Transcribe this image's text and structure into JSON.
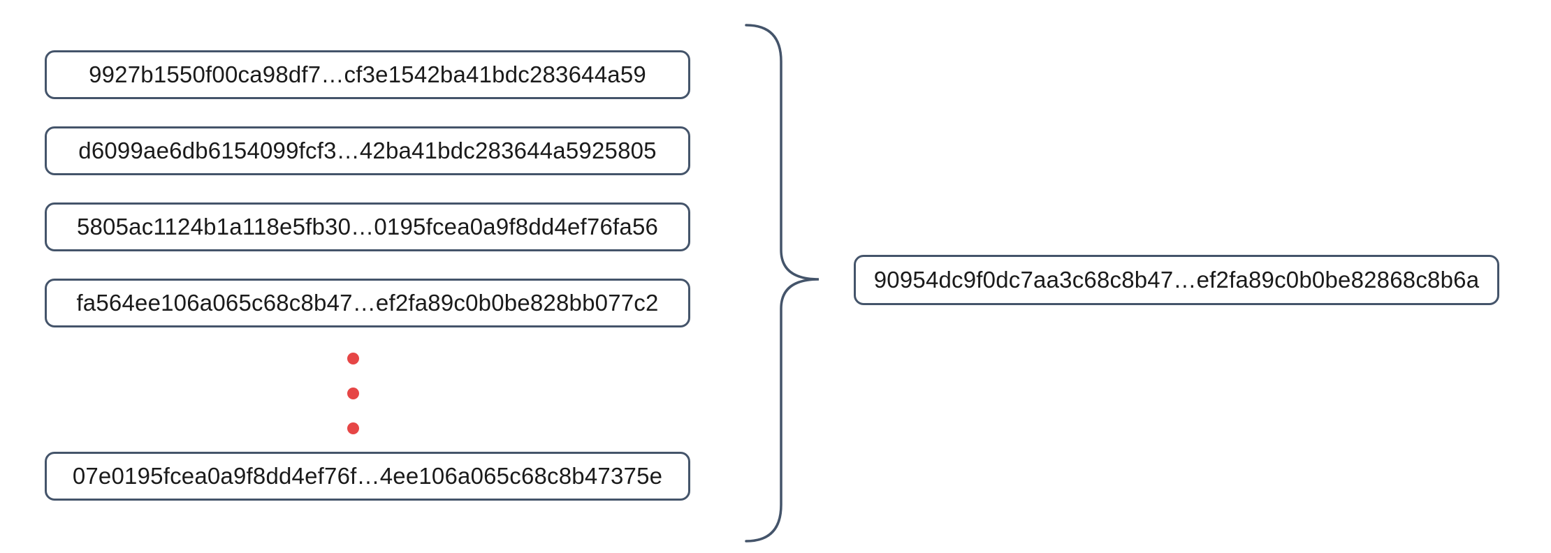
{
  "diagram": {
    "left_column": {
      "items": [
        {
          "text": "9927b1550f00ca98df7…cf3e1542ba41bdc283644a59"
        },
        {
          "text": "d6099ae6db6154099fcf3…42ba41bdc283644a5925805"
        },
        {
          "text": "5805ac1124b1a118e5fb30…0195fcea0a9f8dd4ef76fa56"
        },
        {
          "text": "fa564ee106a065c68c8b47…ef2fa89c0b0be828bb077c2"
        },
        {
          "text": "07e0195fcea0a9f8dd4ef76f…4ee106a065c68c8b47375e"
        }
      ],
      "ellipsis_dot_count": 3
    },
    "result_box": {
      "text": "90954dc9f0dc7aa3c68c8b47…ef2fa89c0b0be82868c8b6a"
    },
    "colors": {
      "box_border": "#44546A",
      "brace": "#44546A",
      "ellipsis_dot": "#E64646",
      "text": "#1A1A1A",
      "background": "#FFFFFF"
    }
  }
}
